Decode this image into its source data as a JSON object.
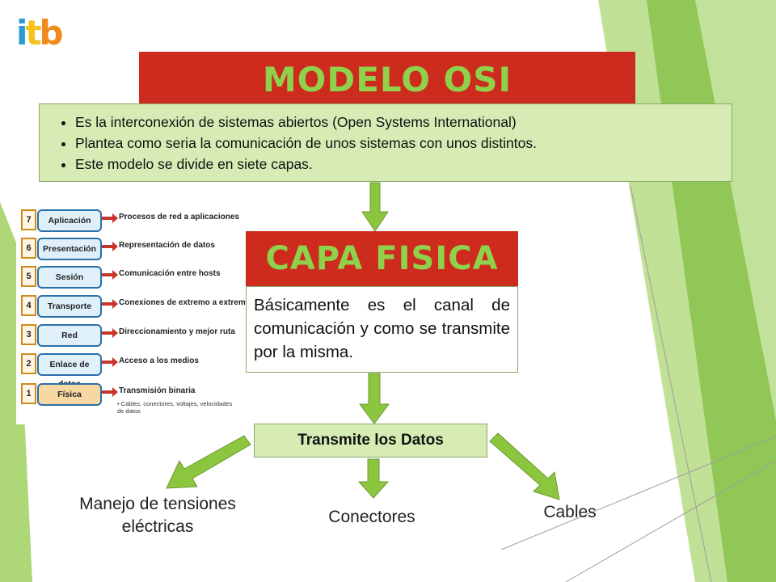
{
  "logo": {
    "text_i": "i",
    "text_t": "t",
    "text_b": "b"
  },
  "title": "MODELO OSI",
  "bullets": [
    "Es la interconexión de sistemas abiertos (Open Systems International)",
    "Plantea como seria la comunicación de unos sistemas con unos distintos.",
    "Este modelo se divide en siete capas."
  ],
  "layers_image": {
    "layers": [
      {
        "num": "7",
        "name": "Aplicación",
        "desc": "Procesos de red a aplicaciones"
      },
      {
        "num": "6",
        "name": "Presentación",
        "desc": "Representación de datos"
      },
      {
        "num": "5",
        "name": "Sesión",
        "desc": "Comunicación entre hosts"
      },
      {
        "num": "4",
        "name": "Transporte",
        "desc": "Conexiones de extremo a extremo"
      },
      {
        "num": "3",
        "name": "Red",
        "desc": "Direccionamiento y mejor ruta"
      },
      {
        "num": "2",
        "name": "Enlace de datos",
        "desc": "Acceso a los medios"
      },
      {
        "num": "1",
        "name": "Física",
        "desc": "Transmisión binaria"
      }
    ],
    "sub_note": "• Cables, conectores, voltajes, velocidades de datos"
  },
  "capa": {
    "title": "CAPA FISICA",
    "description": "Básicamente es el canal de comunicación y como se transmite por la misma."
  },
  "transmite": "Transmite los Datos",
  "outputs": {
    "manejo": "Manejo de tensiones eléctricas",
    "conectores": "Conectores",
    "cables": "Cables"
  },
  "colors": {
    "red_box": "#cc2b1e",
    "title_green": "#8fd14b",
    "light_green": "#d6ecb4",
    "arrow_green": "#8cc63f"
  }
}
